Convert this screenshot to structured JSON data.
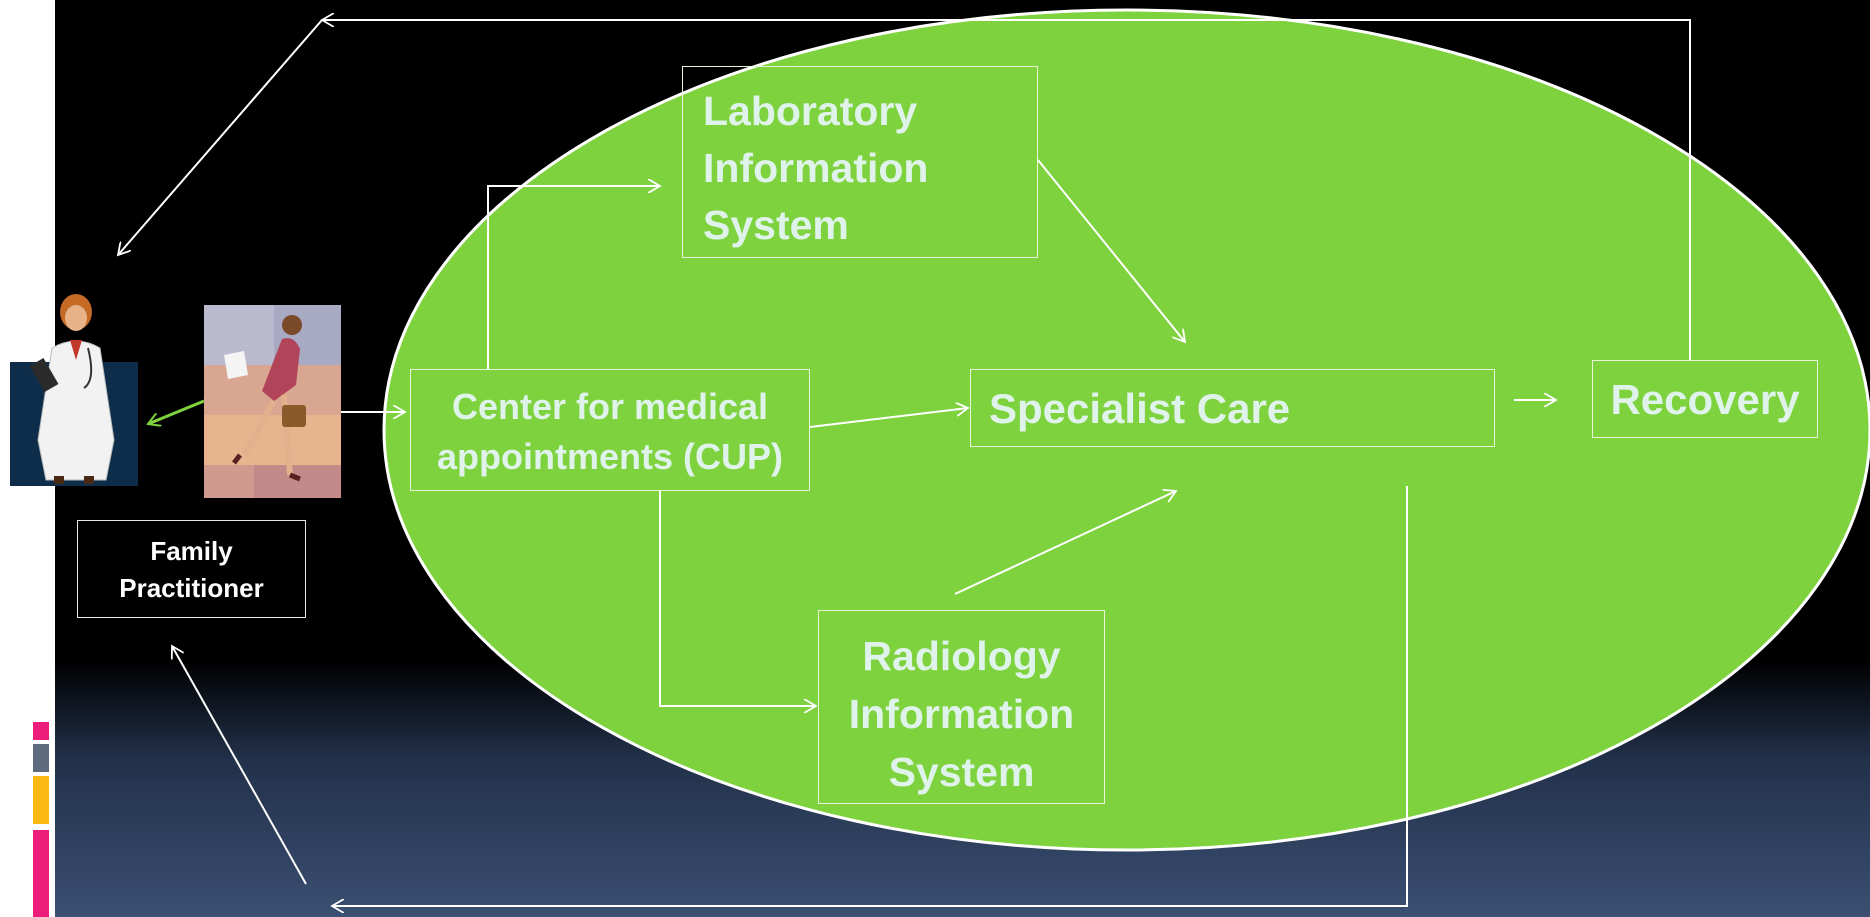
{
  "diagram": {
    "nodes": {
      "lab": [
        "Laboratory",
        "Information",
        "System"
      ],
      "cup": [
        "Center for medical",
        "appointments (CUP)"
      ],
      "specialist": "Specialist Care",
      "recovery": "Recovery",
      "radiology": [
        "Radiology",
        "Information",
        "System"
      ],
      "family": [
        "Family",
        "Practitioner"
      ]
    },
    "icons": [
      "doctor-figure",
      "patient-figure"
    ],
    "colors": {
      "ellipse": "#7ed23e",
      "background": "#000000",
      "box_text": "#dff3ea",
      "accent_bars": [
        "#ec1c7a",
        "#5e6a7e",
        "#fdb913",
        "#ec1c7a"
      ]
    }
  }
}
